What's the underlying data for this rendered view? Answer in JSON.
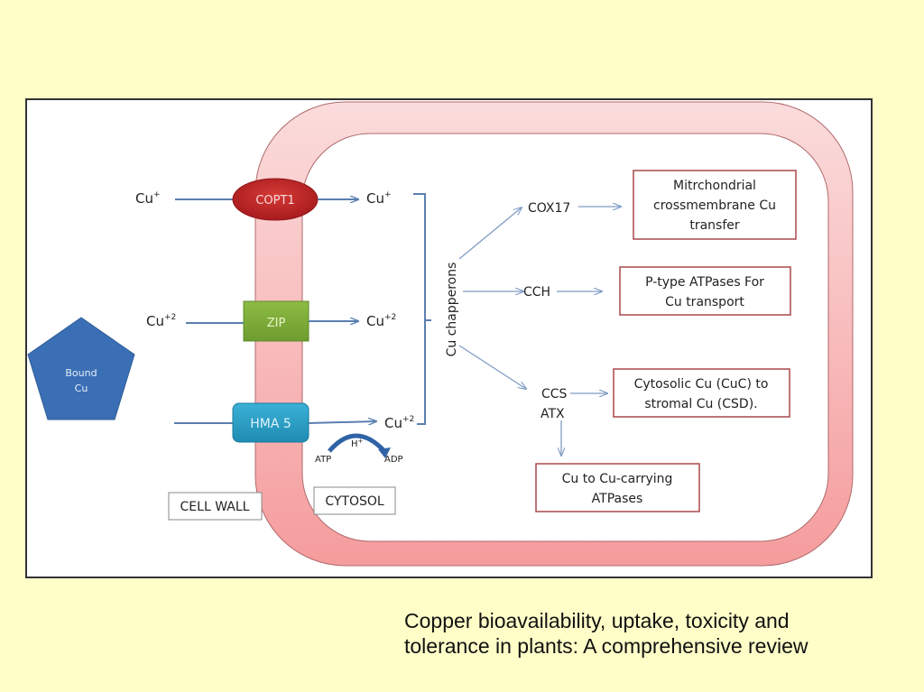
{
  "diagram": {
    "inputs": {
      "cu_plus": "Cu",
      "cu_plus_sup": "+",
      "cu_plus2": "Cu",
      "cu_plus2_sup": "+2"
    },
    "transporters": {
      "copt1": "COPT1",
      "zip": "ZIP",
      "hma5": "HMA 5"
    },
    "outputs": {
      "cu_plus": "Cu",
      "cu_plus_sup": "+",
      "cu_plus2_a": "Cu",
      "cu_plus2_a_sup": "+2",
      "cu_plus2_b": "Cu",
      "cu_plus2_b_sup": "+2"
    },
    "bound_cu": {
      "line1": "Bound",
      "line2": "Cu"
    },
    "energy": {
      "atp": "ATP",
      "h_plus": "H",
      "h_plus_sup": "+",
      "adp": "ADP"
    },
    "chaperones_label": "Cu chapperons",
    "chaperones": {
      "cox17": "COX17",
      "cch": "CCH",
      "ccs": "CCS",
      "atx": "ATX"
    },
    "targets": {
      "mito": [
        "Mitrchondrial",
        "crossmembrane Cu",
        "transfer"
      ],
      "ptype": [
        "P-type ATPases For",
        "Cu transport"
      ],
      "cytosolic": [
        "Cytosolic Cu (CuC) to",
        "stromal Cu (CSD)."
      ],
      "atpases": [
        "Cu to Cu-carrying",
        "ATPases"
      ]
    },
    "regions": {
      "cell_wall": "CELL WALL",
      "cytosol": "CYTOSOL"
    },
    "colors": {
      "copt1": "#c0282a",
      "zip": "#7fae3a",
      "hma5": "#2fa3c8",
      "bound_cu": "#3a6fb5",
      "membrane": "#f6b7b8",
      "arrow": "#5a7fb0"
    }
  },
  "caption": "Copper bioavailability, uptake, toxicity and tolerance in plants: A comprehensive review"
}
